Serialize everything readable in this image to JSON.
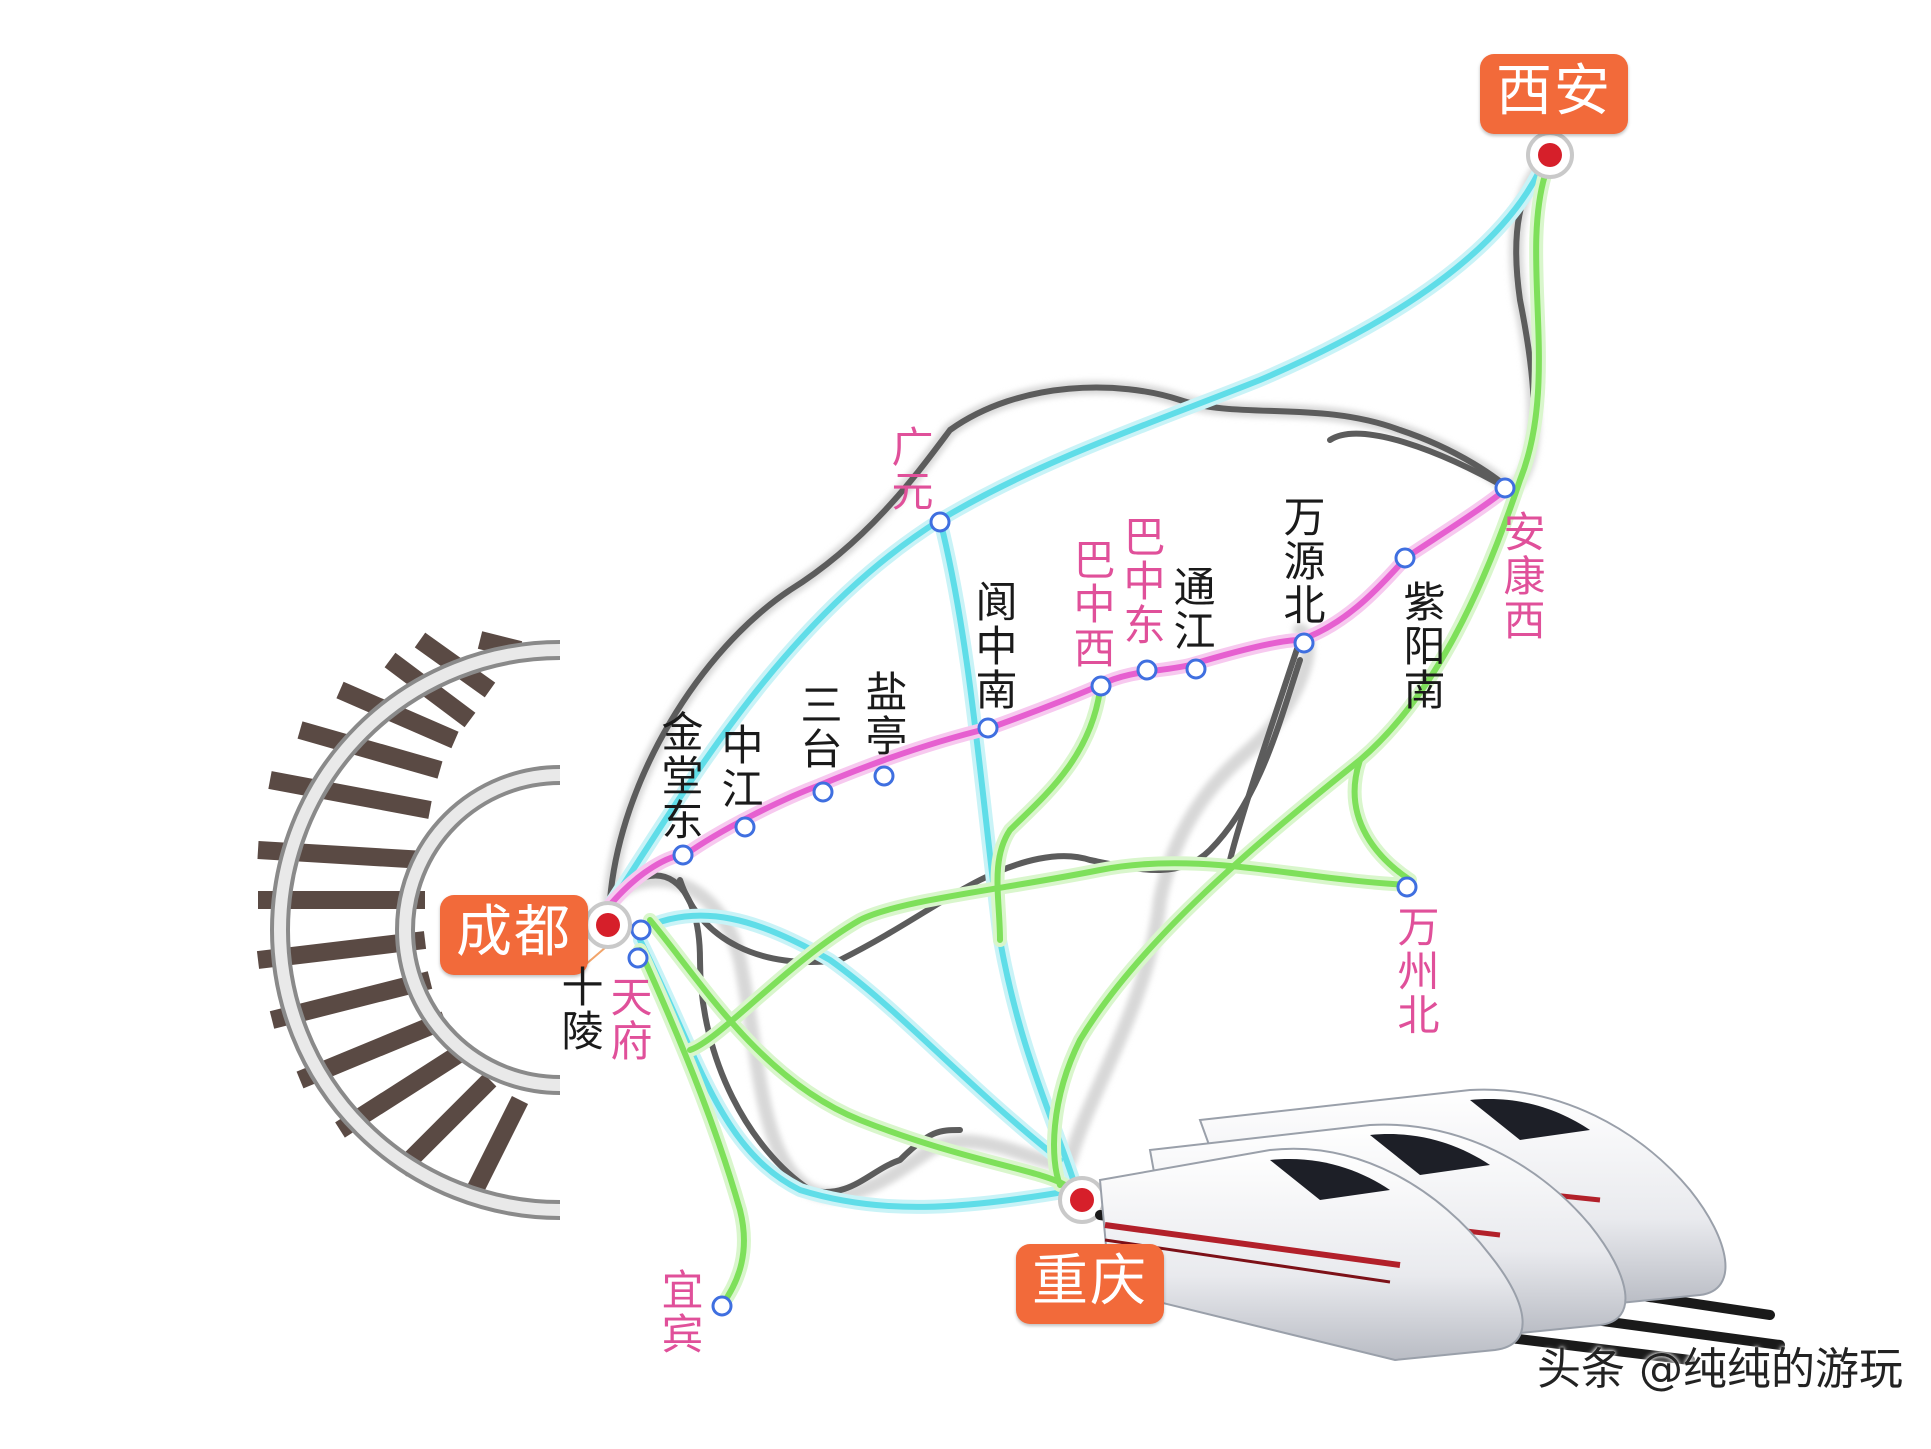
{
  "cities": {
    "xian": "西安",
    "chengdu": "成都",
    "chongqing": "重庆"
  },
  "stations": {
    "guangyuan": "广元",
    "langzhongnan": "阆中南",
    "bazhongxi": "巴中西",
    "bazhongdong": "巴中东",
    "tongjiang": "通江",
    "wanyuanbei": "万源北",
    "ziyangnan": "紫阳南",
    "ankangxi": "安康西",
    "wanzhoubei": "万州北",
    "jintangdong": "金堂东",
    "zhongjiang": "中江",
    "santai": "三台",
    "yanting": "盐亭",
    "shiling": "十陵",
    "tianfu": "天府",
    "yibin": "宜宾"
  },
  "watermark": "头条 @纯纯的游玩",
  "colors": {
    "existing_line": "#6e6e6e",
    "planned_cyan": "#5fdde8",
    "planned_green": "#7ee05a",
    "main_magenta": "#e65fd0",
    "city_label_bg": "#f26a3a",
    "pink_label": "#e0509a",
    "station_node": "#3f6fe0"
  },
  "icons": {
    "track": "curved-railway-track",
    "train": "high-speed-train"
  }
}
